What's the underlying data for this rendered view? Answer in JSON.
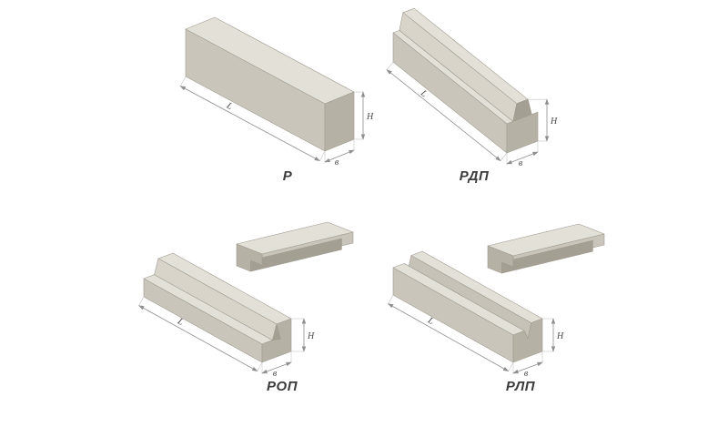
{
  "figures": [
    {
      "id": "r",
      "label": "Р"
    },
    {
      "id": "rdp",
      "label": "РДП"
    },
    {
      "id": "rop",
      "label": "РОП"
    },
    {
      "id": "rlp",
      "label": "РЛП"
    }
  ],
  "dimensions": {
    "length": "L",
    "height": "H",
    "width": "в"
  },
  "palette": {
    "face_top": "#e3e0d8",
    "face_light": "#d8d4ca",
    "face_mid": "#c6c2b7",
    "face_side": "#c9c5ba",
    "face_end": "#b5b1a5",
    "face_recess": "#a39f93",
    "outline": "#a09c91",
    "dimension_line": "#8f8f8f",
    "dimension_text": "#4a4a4a",
    "caption_text": "#3b3b3b",
    "background": "#ffffff"
  }
}
